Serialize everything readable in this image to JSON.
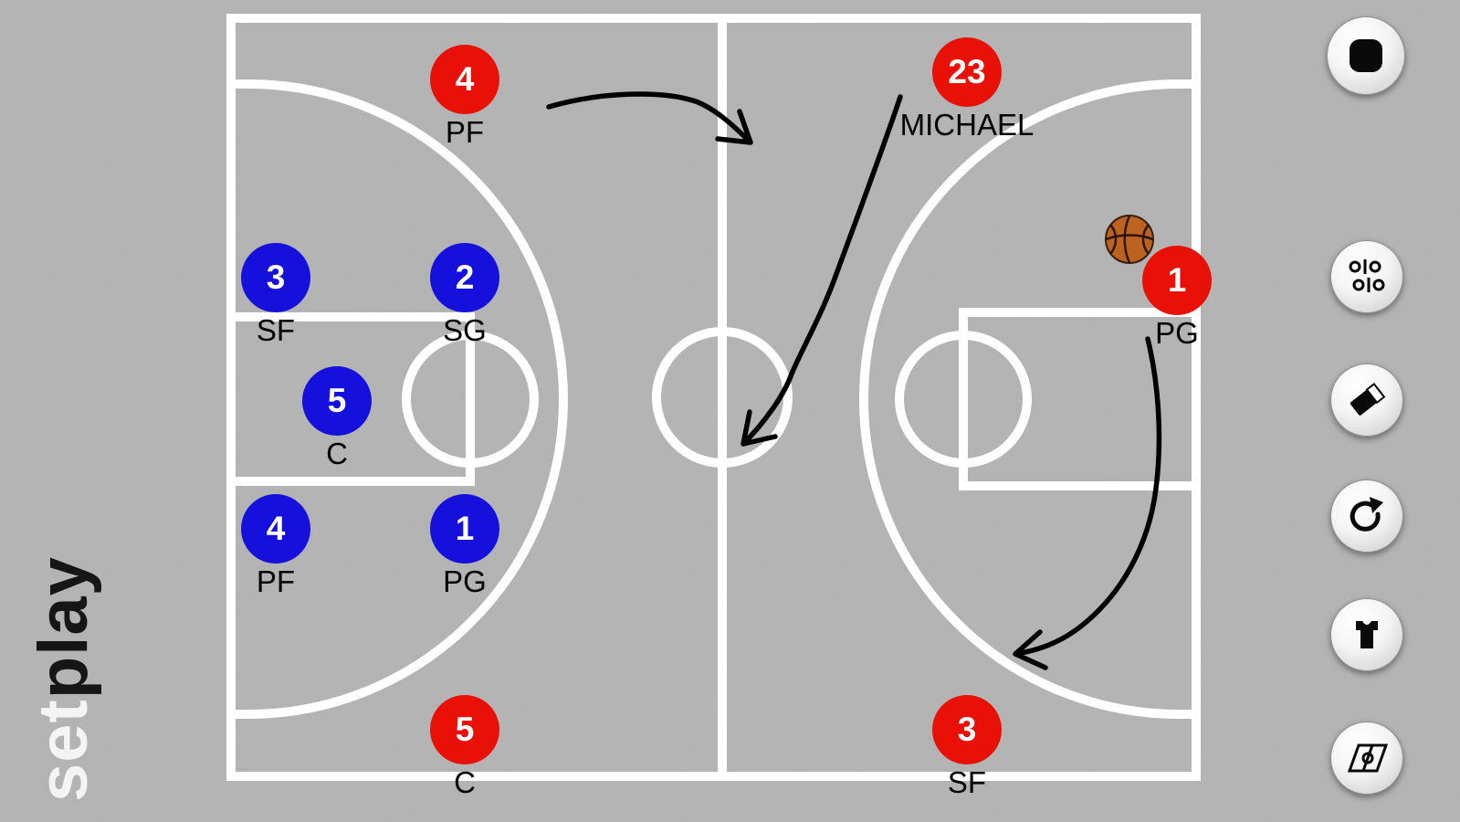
{
  "brand": {
    "set": "set",
    "play": "play"
  },
  "court": {
    "line_color": "#ffffff",
    "background": "#b6b6b6"
  },
  "teams": {
    "red": "#e91007",
    "blue": "#1510dc"
  },
  "players": [
    {
      "number": "4",
      "role": "PF",
      "team": "red"
    },
    {
      "number": "23",
      "role": "MICHAEL",
      "team": "red"
    },
    {
      "number": "3",
      "role": "SF",
      "team": "blue"
    },
    {
      "number": "2",
      "role": "SG",
      "team": "blue"
    },
    {
      "number": "5",
      "role": "C",
      "team": "blue"
    },
    {
      "number": "4",
      "role": "PF",
      "team": "blue"
    },
    {
      "number": "1",
      "role": "PG",
      "team": "blue"
    },
    {
      "number": "5",
      "role": "C",
      "team": "red"
    },
    {
      "number": "1",
      "role": "PG",
      "team": "red"
    },
    {
      "number": "3",
      "role": "SF",
      "team": "red"
    }
  ],
  "annotations": {
    "arrow_color": "#000000",
    "arrow_count": 3,
    "ball_color": "#bc6320"
  },
  "toolbar": {
    "buttons": [
      {
        "icon": "record-icon"
      },
      {
        "icon": "lineup-icon"
      },
      {
        "icon": "eraser-icon"
      },
      {
        "icon": "refresh-icon"
      },
      {
        "icon": "jersey-icon"
      },
      {
        "icon": "court-icon"
      }
    ]
  }
}
